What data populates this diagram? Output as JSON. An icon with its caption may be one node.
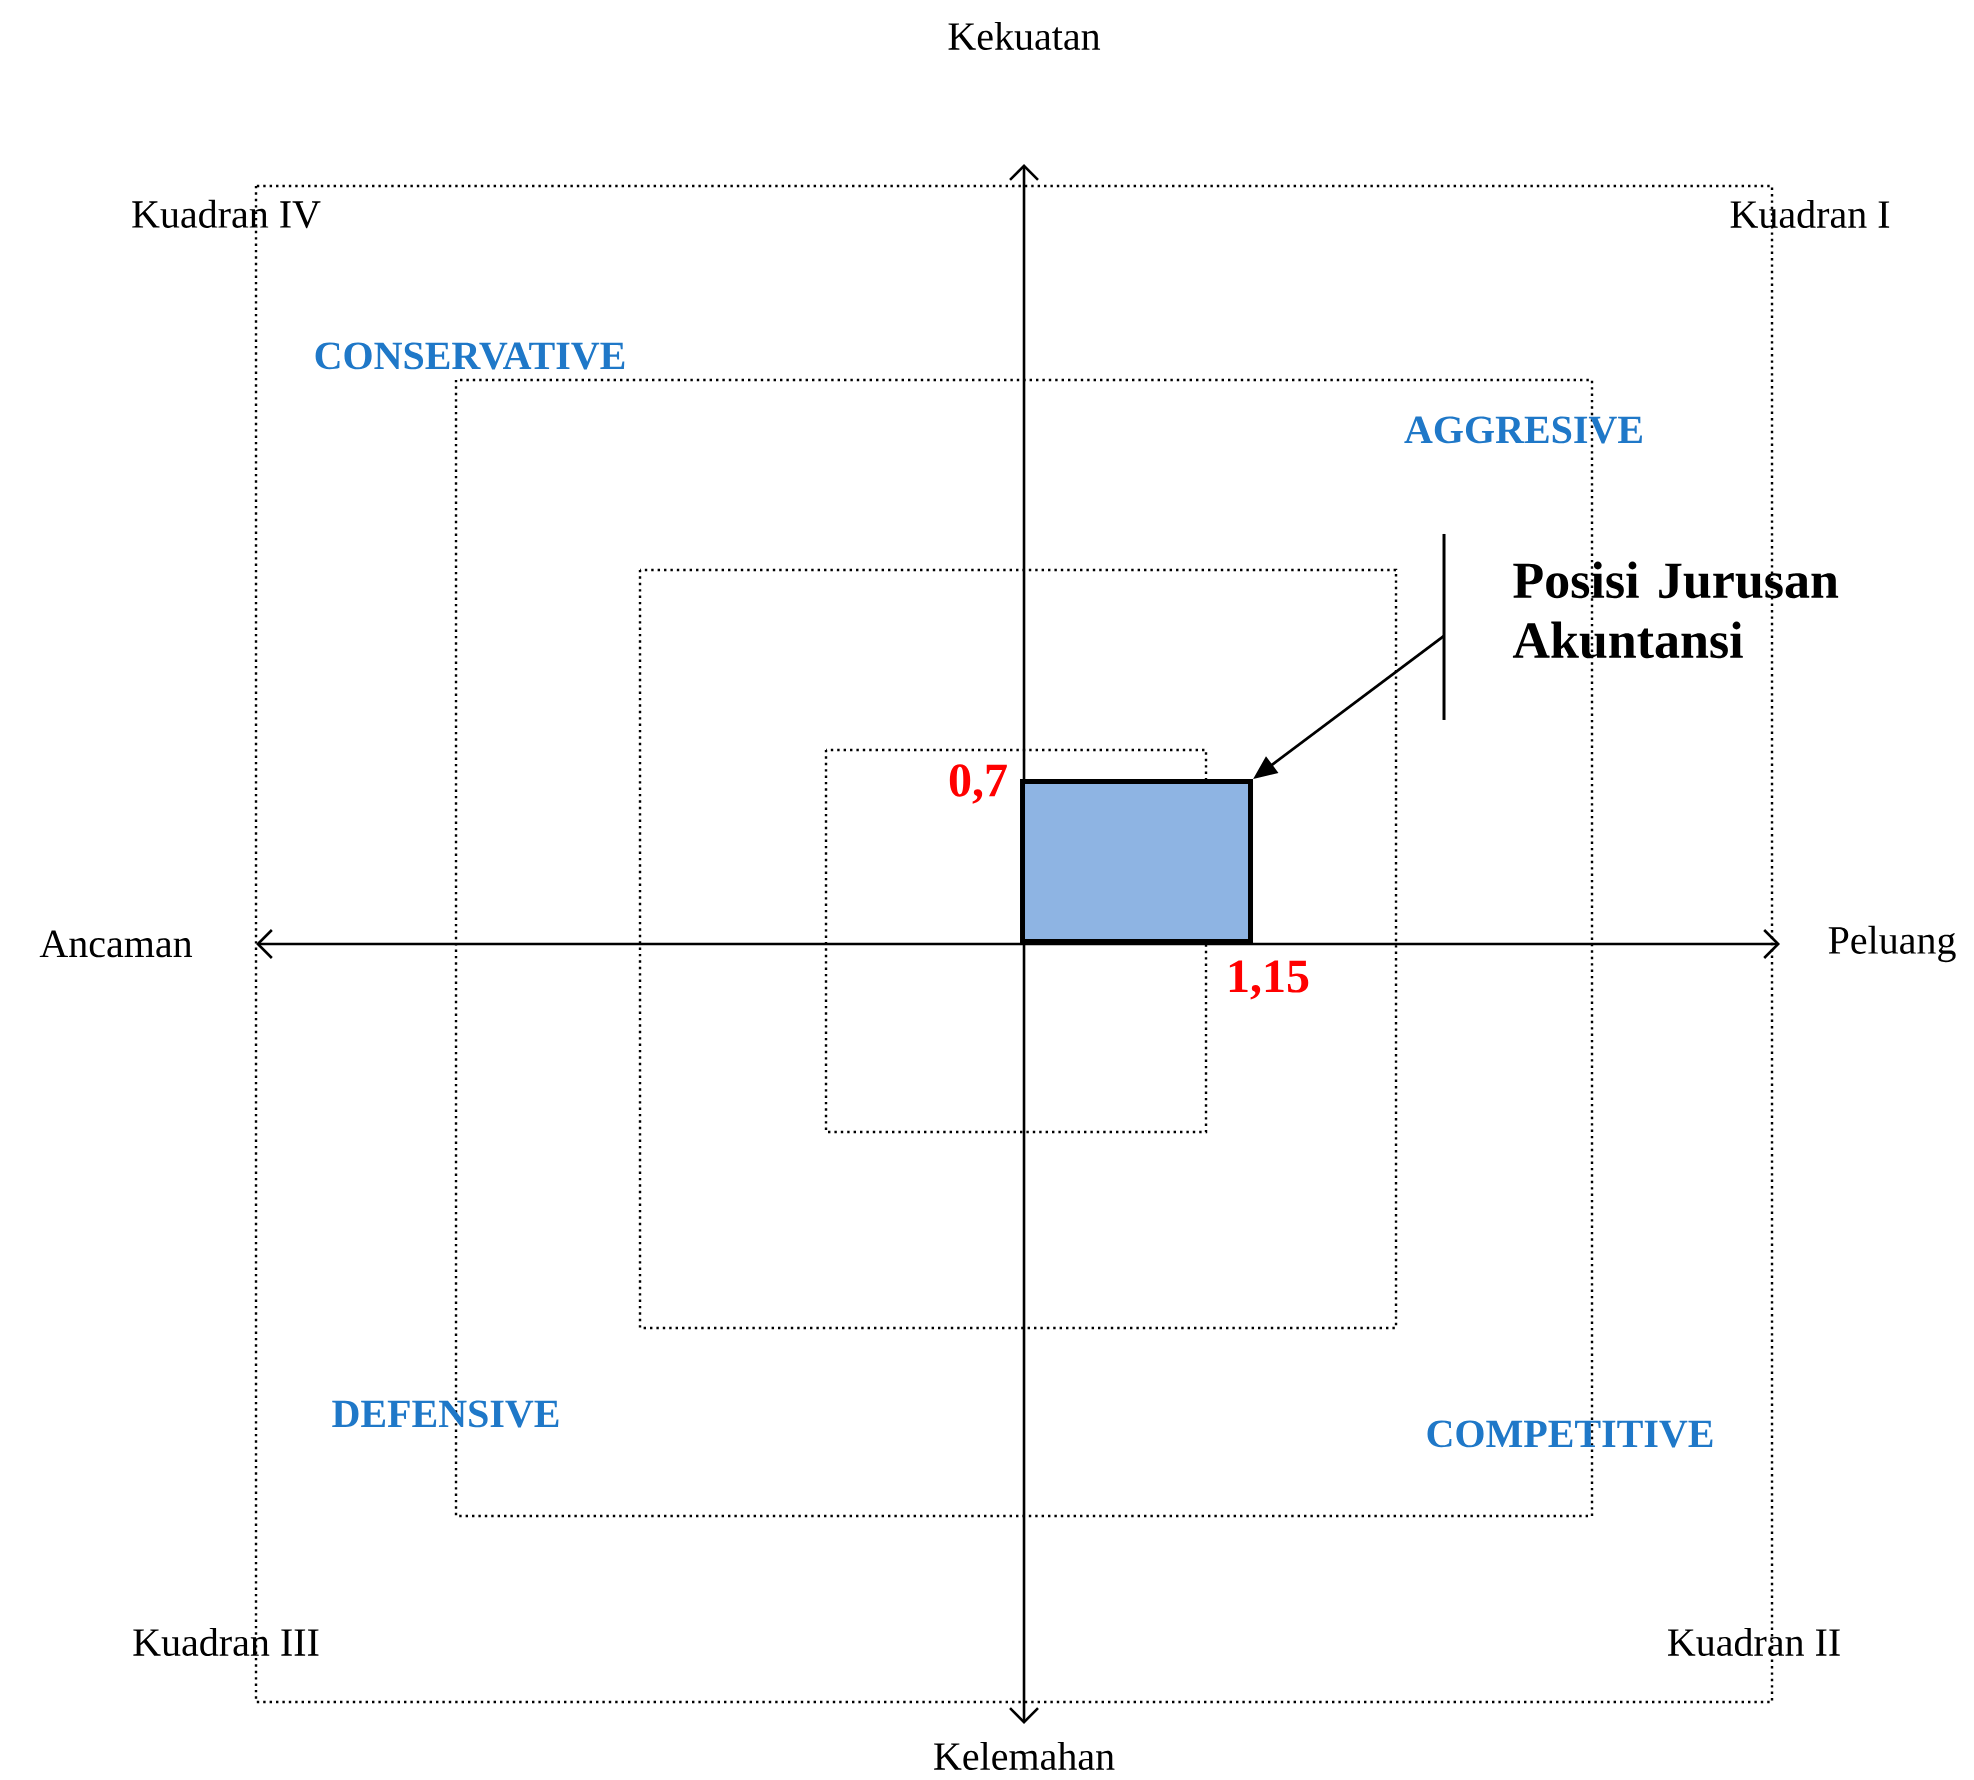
{
  "diagram": {
    "nodes": [
      {
        "text": [
          "Posisi Jurusan Akuntansi"
        ]
      },
      {
        "text": [],
        "shape": "box"
      }
    ],
    "edges": [
      {
        "from": 0,
        "to": 1,
        "arrow": "to"
      }
    ],
    "labels": [
      "Kekuatan",
      "Kuadran IV",
      "Kuadran I",
      "CONSERVATIVE",
      "AGGRESIVE",
      "0,7",
      "Ancaman",
      "Peluang",
      "1,15",
      "DEFENSIVE",
      "COMPETITIVE",
      "Kuadran III",
      "Kuadran II",
      "Kelemahan"
    ]
  }
}
